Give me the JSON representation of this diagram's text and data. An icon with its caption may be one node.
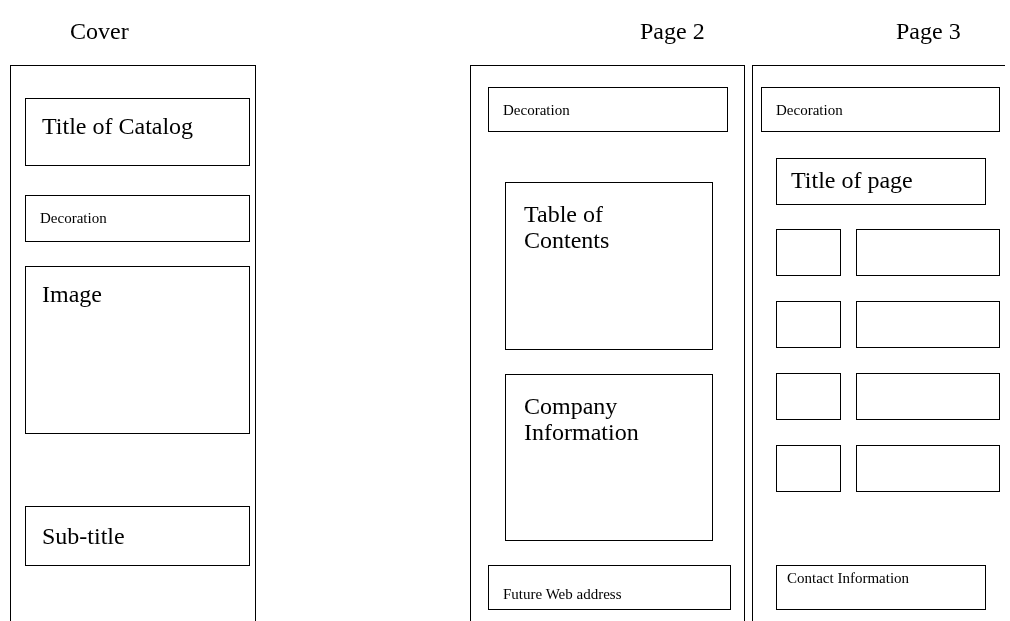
{
  "diagram": {
    "nodes": [
      {
        "text": [
          "Cover"
        ]
      },
      {
        "text": [
          "Title of Catalog"
        ],
        "in": 0
      },
      {
        "text": [
          "Decoration"
        ],
        "in": 0
      },
      {
        "text": [
          "Image"
        ],
        "in": 0
      },
      {
        "text": [
          "Sub-title"
        ],
        "in": 0
      },
      {
        "text": [
          "Page 2"
        ]
      },
      {
        "text": [
          "Decoration"
        ],
        "in": 5
      },
      {
        "text": [
          "Table of Contents"
        ],
        "in": 5
      },
      {
        "text": [
          "Company Information"
        ],
        "in": 5
      },
      {
        "text": [
          "Future Web address"
        ],
        "in": 5
      },
      {
        "text": [
          "Page 3"
        ]
      },
      {
        "text": [
          "Decoration"
        ],
        "in": 10
      },
      {
        "text": [
          "Title of page"
        ],
        "in": 10
      },
      {
        "text": [],
        "shape": "box",
        "in": 10
      },
      {
        "text": [],
        "shape": "box",
        "in": 10
      },
      {
        "text": [],
        "shape": "box",
        "in": 10
      },
      {
        "text": [],
        "shape": "box",
        "in": 10
      },
      {
        "text": [],
        "shape": "box",
        "in": 10
      },
      {
        "text": [],
        "shape": "box",
        "in": 10
      },
      {
        "text": [],
        "shape": "box",
        "in": 10
      },
      {
        "text": [],
        "shape": "box",
        "in": 10
      },
      {
        "text": [
          "Contact Information"
        ],
        "in": 10
      }
    ]
  }
}
